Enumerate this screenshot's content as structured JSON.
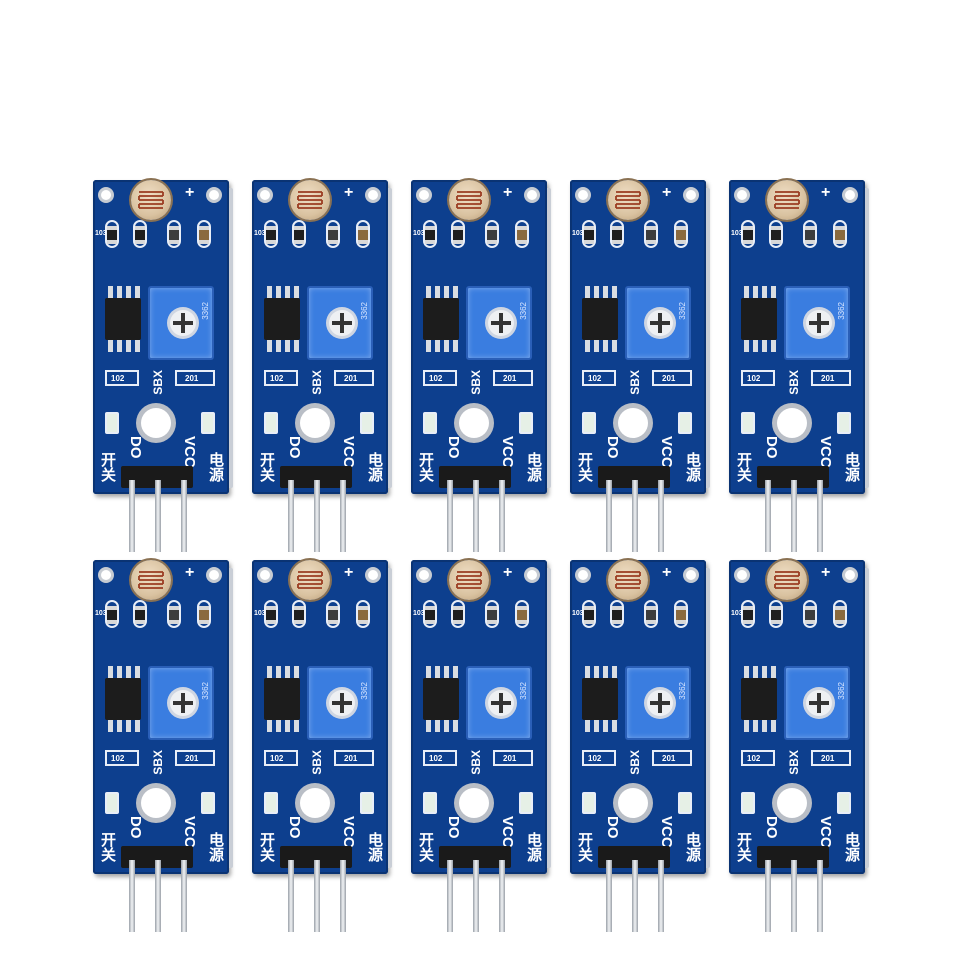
{
  "modules": [
    {
      "id": "m1"
    },
    {
      "id": "m2"
    },
    {
      "id": "m3"
    },
    {
      "id": "m4"
    },
    {
      "id": "m5"
    },
    {
      "id": "m6"
    },
    {
      "id": "m7"
    },
    {
      "id": "m8"
    },
    {
      "id": "m9"
    },
    {
      "id": "m10"
    }
  ],
  "silkscreen": {
    "plus": "+",
    "sbx": "SBX",
    "do_label": "DO",
    "vcc_label": "VCC",
    "switch_cn": "开关",
    "power_cn": "电源",
    "r1": "103",
    "r2": "102",
    "r3": "201",
    "pot_code": "3362"
  },
  "colors": {
    "pcb": "#0d3f8e",
    "potentiometer": "#3a7de0",
    "background": "#ffffff"
  }
}
